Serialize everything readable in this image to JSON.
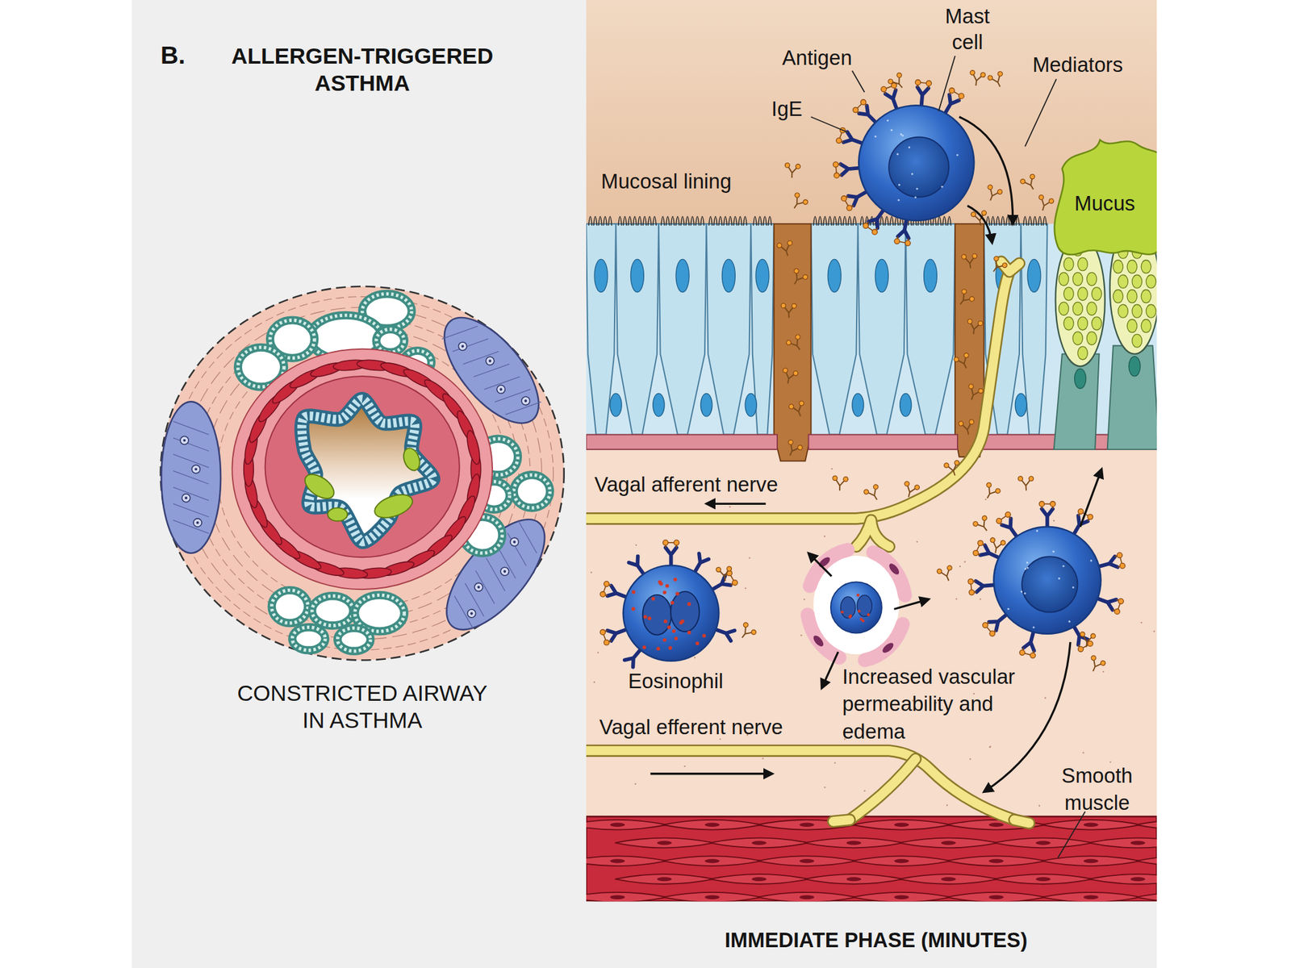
{
  "diagram": {
    "title": "ALLERGEN-TRIGGERED ASTHMA",
    "caption": "IMMEDIATE PHASE (MINUTES)",
    "labels": [
      "B.",
      "CONSTRICTED AIRWAY IN ASTHMA",
      "Mast cell",
      "Antigen",
      "Mediators",
      "IgE",
      "Mucosal lining",
      "Mucus",
      "Vagal afferent nerve",
      "Eosinophil",
      "Increased vascular permeability and edema",
      "Vagal efferent nerve",
      "Smooth muscle"
    ]
  }
}
